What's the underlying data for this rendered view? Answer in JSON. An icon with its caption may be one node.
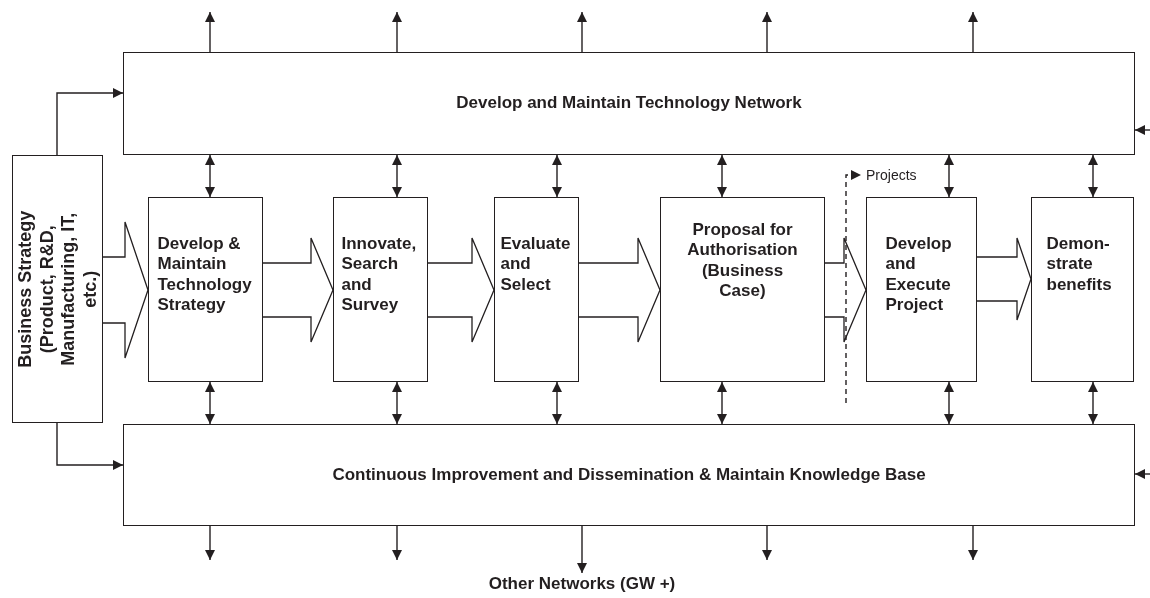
{
  "diagram": {
    "nodes": [
      {
        "text": [
          "Develop and Maintain Technology Network"
        ]
      },
      {
        "text": [
          "Business Strategy (Product, R&D, Manufacturing, IT, etc.)"
        ]
      },
      {
        "text": [
          "Develop & Maintain Technology Strategy"
        ]
      },
      {
        "text": [
          "Innovate, Search and Survey"
        ]
      },
      {
        "text": [
          "Evaluate and Select"
        ]
      },
      {
        "text": [
          "Proposal for Authorisation (Business Case)"
        ]
      },
      {
        "text": [
          "Projects"
        ]
      },
      {
        "text": [
          "Develop and Execute Project"
        ]
      },
      {
        "text": [
          "Demon- strate benefits"
        ]
      },
      {
        "text": [
          "Continuous Improvement and Dissemination & Maintain Knowledge Base"
        ]
      },
      {
        "text": [
          "Other Networks (GW +)"
        ]
      }
    ],
    "edges": [
      {
        "from": 0,
        "to": null,
        "arrow": "to"
      },
      {
        "from": 0,
        "to": null,
        "arrow": "to"
      },
      {
        "from": 0,
        "to": null,
        "arrow": "to"
      },
      {
        "from": 0,
        "to": null,
        "arrow": "to"
      },
      {
        "from": 0,
        "to": null,
        "arrow": "to"
      },
      {
        "from": 0,
        "to": 2,
        "arrow": "both"
      },
      {
        "from": 0,
        "to": 3,
        "arrow": "both"
      },
      {
        "from": 0,
        "to": 4,
        "arrow": "both"
      },
      {
        "from": 0,
        "to": 5,
        "arrow": "both"
      },
      {
        "from": 0,
        "to": 7,
        "arrow": "both"
      },
      {
        "from": 0,
        "to": 8,
        "arrow": "both"
      },
      {
        "from": 2,
        "to": 9,
        "arrow": "both"
      },
      {
        "from": 3,
        "to": 9,
        "arrow": "both"
      },
      {
        "from": 4,
        "to": 9,
        "arrow": "both"
      },
      {
        "from": 5,
        "to": 9,
        "arrow": "both"
      },
      {
        "from": 7,
        "to": 9,
        "arrow": "both"
      },
      {
        "from": 8,
        "to": 9,
        "arrow": "both"
      },
      {
        "from": 9,
        "to": null,
        "arrow": "to"
      },
      {
        "from": 9,
        "to": null,
        "arrow": "to"
      },
      {
        "from": 9,
        "to": 10,
        "arrow": "to"
      },
      {
        "from": 9,
        "to": null,
        "arrow": "to"
      },
      {
        "from": 9,
        "to": null,
        "arrow": "to"
      },
      {
        "from": null,
        "to": 0,
        "arrow": "to"
      },
      {
        "from": null,
        "to": 9,
        "arrow": "to"
      },
      {
        "from": 1,
        "to": 0,
        "arrow": "to"
      },
      {
        "from": 1,
        "to": 9,
        "arrow": "to"
      },
      {
        "from": 1,
        "to": 2,
        "arrow": "to",
        "style": "thick"
      },
      {
        "from": 2,
        "to": 3,
        "arrow": "to",
        "style": "thick"
      },
      {
        "from": 3,
        "to": 4,
        "arrow": "to",
        "style": "thick"
      },
      {
        "from": 4,
        "to": 5,
        "arrow": "to",
        "style": "thick"
      },
      {
        "from": 5,
        "to": 7,
        "arrow": "to",
        "style": "thick"
      },
      {
        "from": 7,
        "to": 8,
        "arrow": "to",
        "style": "thick"
      },
      {
        "from": null,
        "to": 6,
        "arrow": "to",
        "style": "dashed"
      }
    ]
  }
}
